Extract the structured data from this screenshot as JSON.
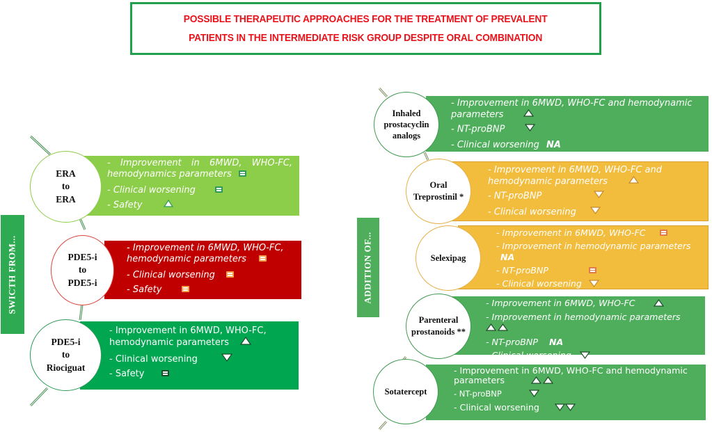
{
  "title": {
    "line1": "POSSIBLE THERAPEUTIC APPROACHES FOR THE TREATMENT OF PREVALENT",
    "line2": "PATIENTS IN THE INTERMEDIATE RISK GROUP DESPITE ORAL COMBINATION"
  },
  "colors": {
    "title_border": "#22a04b",
    "title_text": "#e8141c",
    "light_green": "#8ccd4a",
    "red": "#c00000",
    "green": "#00a650",
    "mid_green": "#4fae5c",
    "amber": "#f2bc3c"
  },
  "left": {
    "side_label": "SWICTH FROM...",
    "groups": [
      {
        "name": "ERA to ERA",
        "circle_lines": [
          "ERA",
          "to",
          "ERA"
        ],
        "items": [
          {
            "text": "- Improvement in 6MWD, WHO-FC, hemodynamics parameters",
            "indicator": "equal"
          },
          {
            "text": "- Clinical worsening",
            "indicator": "equal"
          },
          {
            "text": "- Safety",
            "indicator": "up"
          }
        ]
      },
      {
        "name": "PDE5-i to PDE5-i",
        "circle_lines": [
          "PDE5-i",
          "to",
          "PDE5-i"
        ],
        "items": [
          {
            "text": "- Improvement in 6MWD, WHO-FC, hemodynamic parameters",
            "indicator": "equal"
          },
          {
            "text": "- Clinical worsening",
            "indicator": "equal"
          },
          {
            "text": "- Safety",
            "indicator": "equal"
          }
        ]
      },
      {
        "name": "PDE5-i to Riociguat",
        "circle_lines": [
          "PDE5-i",
          "to",
          "Riociguat"
        ],
        "items": [
          {
            "text": "- Improvement in 6MWD, WHO-FC, hemodynamic parameters",
            "indicator": "up"
          },
          {
            "text": "- Clinical worsening",
            "indicator": "down"
          },
          {
            "text": "- Safety",
            "indicator": "equal"
          }
        ]
      }
    ]
  },
  "right": {
    "side_label": "ADDITION OF...",
    "groups": [
      {
        "name": "Inhaled prostacyclin analogs",
        "circle_lines": [
          "Inhaled",
          "prostacyclin",
          "analogs"
        ],
        "items": [
          {
            "text": "- Improvement in 6MWD, WHO-FC and hemodynamic parameters",
            "indicator": "up"
          },
          {
            "text": "- NT-proBNP",
            "indicator": "down"
          },
          {
            "text": "- Clinical worsening",
            "indicator": "NA"
          }
        ]
      },
      {
        "name": "Oral Treprostinil *",
        "circle_lines": [
          "Oral",
          "Treprostinil *"
        ],
        "items": [
          {
            "text": "- Improvement in 6MWD, WHO-FC and hemodynamic parameters",
            "indicator": "up"
          },
          {
            "text": "- NT-proBNP",
            "indicator": "down"
          },
          {
            "text": "- Clinical worsening",
            "indicator": "down"
          }
        ]
      },
      {
        "name": "Selexipag",
        "circle_lines": [
          "Selexipag"
        ],
        "items": [
          {
            "text": "- Improvement in 6MWD, WHO-FC",
            "indicator": "equal"
          },
          {
            "text": "- Improvement in hemodynamic parameters",
            "indicator": "NA"
          },
          {
            "text": "- NT-proBNP",
            "indicator": "equal"
          },
          {
            "text": "- Clinical worsening",
            "indicator": "down"
          }
        ]
      },
      {
        "name": "Parenteral prostanoids **",
        "circle_lines": [
          "Parenteral",
          "prostanoids **"
        ],
        "items": [
          {
            "text": "- Improvement in 6MWD, WHO-FC",
            "indicator": "up"
          },
          {
            "text": "- Improvement in hemodynamic parameters",
            "indicator": "up-up"
          },
          {
            "text": "- NT-proBNP",
            "indicator": "NA"
          },
          {
            "text": "- Clinical worsening",
            "indicator": "down"
          }
        ]
      },
      {
        "name": "Sotatercept",
        "circle_lines": [
          "Sotatercept"
        ],
        "items": [
          {
            "text": "- Improvement in 6MWD, WHO-FC and hemodynamic parameters",
            "indicator": "up-up"
          },
          {
            "text": "- NT-proBNP",
            "indicator": "down"
          },
          {
            "text": "- Clinical worsening",
            "indicator": "down-down"
          }
        ]
      }
    ]
  },
  "legend_na": "NA"
}
